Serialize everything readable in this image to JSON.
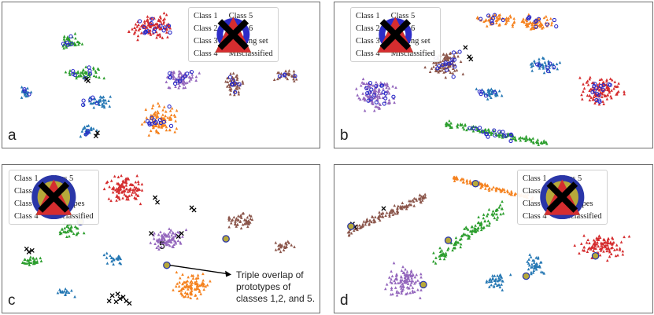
{
  "classes": [
    {
      "name": "Class 1",
      "color": "#2678b4"
    },
    {
      "name": "Class 2",
      "color": "#f5821f"
    },
    {
      "name": "Class 3",
      "color": "#2c9e2e"
    },
    {
      "name": "Class 4",
      "color": "#d52d2f"
    },
    {
      "name": "Class 5",
      "color": "#9467bd"
    },
    {
      "name": "Class 6",
      "color": "#8b564b"
    }
  ],
  "legend_extra": {
    "training_set": "Training set",
    "prototypes": "Prototypes",
    "misclassified": "Misclassified"
  },
  "panels": [
    {
      "letter": "a",
      "legend": [
        "Class 1",
        "Class 5",
        "Class 2",
        "Class 6",
        "Class 3",
        "Training set",
        "Class 4",
        "Misclassified"
      ]
    },
    {
      "letter": "b",
      "legend": [
        "Class 1",
        "Class 5",
        "Class 2",
        "Class 6",
        "Class 3",
        "Training set",
        "Class 4",
        "Misclassified"
      ]
    },
    {
      "letter": "c",
      "legend": [
        "Class 1",
        "Class 5",
        "Class 2",
        "Class 6",
        "Class 3",
        "Prototypes",
        "Class 4",
        "Misclassified"
      ]
    },
    {
      "letter": "d",
      "legend": [
        "Class 1",
        "Class 5",
        "Class 2",
        "Class 6",
        "Class 3",
        "Prototypes",
        "Class 4",
        "Misclassified"
      ]
    }
  ],
  "annotation": {
    "label": "5",
    "text_line1": "Triple overlap of",
    "text_line2": "prototypes of",
    "text_line3": "classes 1,2, and 5."
  },
  "chart_data": [
    {
      "type": "scatter",
      "panel": "a",
      "series": [
        {
          "name": "Class 1",
          "clusters": [
            {
              "x": [
                13,
                48
              ],
              "y": [
                106,
                128
              ]
            },
            {
              "x": [
                93,
                153
              ],
              "y": [
                119,
                141
              ]
            },
            {
              "x": [
                95,
                125
              ],
              "y": [
                154,
                180
              ]
            }
          ]
        },
        {
          "name": "Class 2",
          "clusters": [
            {
              "x": [
                170,
                235
              ],
              "y": [
                128,
                180
              ]
            }
          ]
        },
        {
          "name": "Class 3",
          "clusters": [
            {
              "x": [
                65,
                110
              ],
              "y": [
                38,
                68
              ]
            },
            {
              "x": [
                75,
                140
              ],
              "y": [
                80,
                107
              ]
            }
          ]
        },
        {
          "name": "Class 4",
          "clusters": [
            {
              "x": [
                152,
                235
              ],
              "y": [
                10,
                55
              ]
            }
          ]
        },
        {
          "name": "Class 5",
          "clusters": [
            {
              "x": [
                195,
                262
              ],
              "y": [
                81,
                118
              ]
            }
          ]
        },
        {
          "name": "Class 6",
          "clusters": [
            {
              "x": [
                280,
                318
              ],
              "y": [
                83,
                129
              ]
            },
            {
              "x": [
                345,
                388
              ],
              "y": [
                84,
                107
              ]
            }
          ]
        }
      ]
    },
    {
      "type": "scatter",
      "panel": "b",
      "series": [
        {
          "name": "Class 1",
          "clusters": [
            {
              "x": [
                598,
                648
              ],
              "y": [
                106,
                129
              ]
            },
            {
              "x": [
                664,
                720
              ],
              "y": [
                70,
                97
              ]
            }
          ]
        },
        {
          "name": "Class 2",
          "clusters": [
            {
              "x": [
                595,
                662
              ],
              "y": [
                12,
                38
              ]
            },
            {
              "x": [
                636,
                722
              ],
              "y": [
                14,
                43
              ]
            }
          ]
        },
        {
          "name": "Class 3",
          "clusters": [
            {
              "x": [
                565,
                697
              ],
              "y": [
                154,
                187
              ]
            }
          ]
        },
        {
          "name": "Class 4",
          "clusters": [
            {
              "x": [
                726,
                806
              ],
              "y": [
                90,
                140
              ]
            }
          ]
        },
        {
          "name": "Class 5",
          "clusters": [
            {
              "x": [
                440,
                510
              ],
              "y": [
                92,
                152
              ]
            }
          ]
        },
        {
          "name": "Class 6",
          "clusters": [
            {
              "x": [
                530,
                600
              ],
              "y": [
                52,
                106
              ]
            }
          ]
        }
      ]
    },
    {
      "type": "scatter",
      "panel": "c",
      "series": [
        {
          "name": "Class 1",
          "clusters": [
            {
              "x": [
                126,
                158
              ],
              "y": [
                318,
                344
              ]
            },
            {
              "x": [
                66,
                98
              ],
              "y": [
                364,
                382
              ]
            }
          ]
        },
        {
          "name": "Class 2",
          "clusters": [
            {
              "x": [
                209,
                281
              ],
              "y": [
                340,
                388
              ]
            }
          ]
        },
        {
          "name": "Class 3",
          "clusters": [
            {
              "x": [
                63,
                112
              ],
              "y": [
                280,
                306
              ]
            },
            {
              "x": [
                20,
                62
              ],
              "y": [
                318,
                344
              ]
            }
          ]
        },
        {
          "name": "Class 4",
          "clusters": [
            {
              "x": [
                122,
                194
              ],
              "y": [
                213,
                266
              ]
            }
          ]
        },
        {
          "name": "Class 5",
          "clusters": [
            {
              "x": [
                180,
                247
              ],
              "y": [
                282,
                327
              ]
            }
          ]
        },
        {
          "name": "Class 6",
          "clusters": [
            {
              "x": [
                280,
                334
              ],
              "y": [
                264,
                299
              ]
            },
            {
              "x": [
                341,
                385
              ],
              "y": [
                302,
                323
              ]
            }
          ]
        }
      ]
    },
    {
      "type": "scatter",
      "panel": "d",
      "series": [
        {
          "name": "Class 1",
          "clusters": [
            {
              "x": [
                663,
                700
              ],
              "y": [
                318,
                358
              ]
            },
            {
              "x": [
                606,
                654
              ],
              "y": [
                343,
                373
              ]
            }
          ]
        },
        {
          "name": "Class 2",
          "clusters": [
            {
              "x": [
                575,
                680
              ],
              "y": [
                223,
                255
              ]
            }
          ]
        },
        {
          "name": "Class 3",
          "clusters": [
            {
              "x": [
                550,
                640
              ],
              "y": [
                255,
                340
              ]
            }
          ]
        },
        {
          "name": "Class 4",
          "clusters": [
            {
              "x": [
                722,
                810
              ],
              "y": [
                291,
                336
              ]
            }
          ]
        },
        {
          "name": "Class 5",
          "clusters": [
            {
              "x": [
                477,
                545
              ],
              "y": [
                330,
                388
              ]
            }
          ]
        },
        {
          "name": "Class 6",
          "clusters": [
            {
              "x": [
                440,
                540
              ],
              "y": [
                248,
                296
              ]
            }
          ]
        }
      ]
    }
  ]
}
